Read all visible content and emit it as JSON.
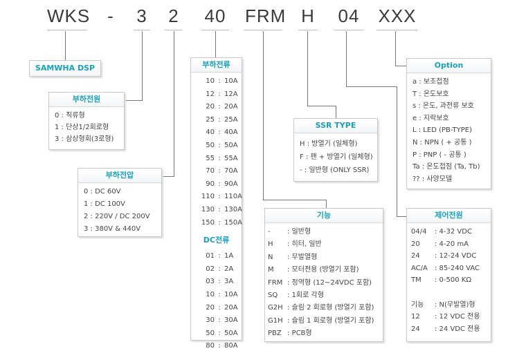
{
  "code": [
    "WKS",
    "-",
    "3",
    "2",
    "40",
    "FRM",
    "H",
    "04",
    "XXX"
  ],
  "samwha": "SAMWHA DSP",
  "load_power": {
    "title": "부하전원",
    "items": [
      "0 : 직류형",
      "1 : 단상1/2회로형",
      "3 : 삼상형회(3로형)"
    ]
  },
  "load_voltage": {
    "title": "부하전압",
    "items": [
      "0 : DC 60V",
      "1 : DC 100V",
      "2 : 220V / DC 200V",
      "3 : 380V & 440V"
    ]
  },
  "load_current": {
    "title": "부하전류",
    "items": [
      [
        "10",
        "10A"
      ],
      [
        "12",
        "12A"
      ],
      [
        "20",
        "20A"
      ],
      [
        "25",
        "25A"
      ],
      [
        "40",
        "40A"
      ],
      [
        "50",
        "50A"
      ],
      [
        "55",
        "55A"
      ],
      [
        "70",
        "70A"
      ],
      [
        "90",
        "90A"
      ],
      [
        "110",
        "110A"
      ],
      [
        "130",
        "130A"
      ],
      [
        "150",
        "150A"
      ]
    ],
    "dc_title": "DC전류",
    "dc_items": [
      [
        "01",
        "1A"
      ],
      [
        "02",
        "2A"
      ],
      [
        "03",
        "3A"
      ],
      [
        "10",
        "10A"
      ],
      [
        "20",
        "20A"
      ],
      [
        "30",
        "30A"
      ],
      [
        "50",
        "50A"
      ],
      [
        "80",
        "80A"
      ]
    ]
  },
  "ssr_type": {
    "title": "SSR TYPE",
    "items": [
      "H : 방열기 (일체형)",
      "F : 팬 + 방열기 (일체형)",
      "- : 일반형 (ONLY SSR)"
    ]
  },
  "function": {
    "title": "기능",
    "items": [
      [
        "-",
        ": 일반형"
      ],
      [
        "H",
        ": 히터, 일반"
      ],
      [
        "N",
        ": 무발열형"
      ],
      [
        "M",
        ": 모터전용 (방열기 포함)"
      ],
      [
        "FRM",
        ": 정역형 (12~24VDC 포함)"
      ],
      [
        "SQ",
        ": 1회로 각형"
      ],
      [
        "G2H",
        ": 슬림 2 회로형 (방열기 포함)"
      ],
      [
        "G1H",
        ": 슬림 1 회로형 (방열기 포함)"
      ],
      [
        "PBZ",
        ": PCB형"
      ]
    ]
  },
  "control_power": {
    "title": "제어전원",
    "items": [
      [
        "04/4",
        ": 4-32 VDC"
      ],
      [
        "20",
        ": 4-20 mA"
      ],
      [
        "24",
        ": 12-24 VDC"
      ],
      [
        "AC/A",
        ": 85-240 VAC"
      ],
      [
        "TM",
        ": 0-500 KΩ"
      ],
      [
        "",
        ""
      ],
      [
        "기능",
        ": N(무발열)형"
      ],
      [
        "12",
        ": 12 VDC 전용"
      ],
      [
        "24",
        ": 24 VDC 전용"
      ]
    ]
  },
  "option": {
    "title": "Option",
    "items": [
      "a : 보조접점",
      "T : 온도보호",
      "s : 온도, 과전류 보호",
      "e : 지락보호",
      "L : LED (PB-TYPE)",
      "N : NPN ( + 공통 )",
      "P : PNP ( - 공통 )",
      "Ta : 온도접점 (Ta, Tb)",
      "?? : 사양모델"
    ]
  }
}
